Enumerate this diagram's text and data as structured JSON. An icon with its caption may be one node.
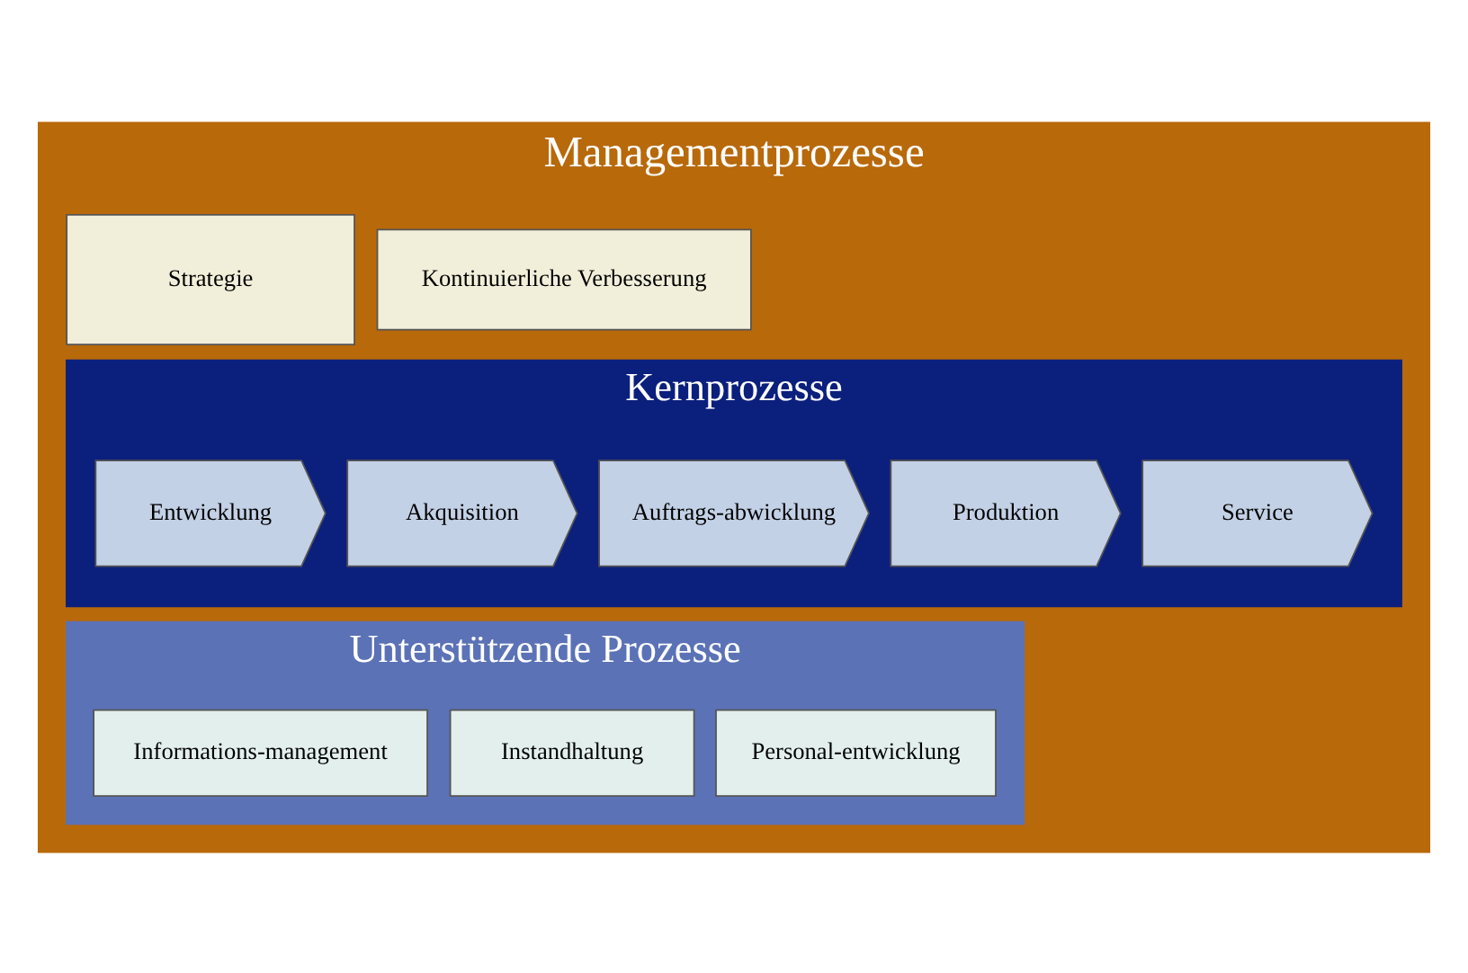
{
  "diagram": {
    "nodes": [
      {
        "text": [
          "Managementprozesse"
        ]
      },
      {
        "text": [
          "Strategie"
        ],
        "in": 0
      },
      {
        "text": [
          "Kontinuierliche Verbesserung"
        ],
        "in": 0
      },
      {
        "text": [
          "Kernprozesse"
        ],
        "in": 0
      },
      {
        "text": [
          "Entwicklung"
        ],
        "in": 3
      },
      {
        "text": [
          "Akquisition"
        ],
        "in": 3
      },
      {
        "text": [
          "Auftrags-abwicklung"
        ],
        "in": 3
      },
      {
        "text": [
          "Produktion"
        ],
        "in": 3
      },
      {
        "text": [
          "Service"
        ],
        "in": 3
      },
      {
        "text": [
          "Unterstützende Prozesse"
        ],
        "in": 0
      },
      {
        "text": [
          "Informations-management"
        ],
        "in": 9
      },
      {
        "text": [
          "Instandhaltung"
        ],
        "in": 9
      },
      {
        "text": [
          "Personal-entwicklung"
        ],
        "in": 9
      }
    ]
  }
}
